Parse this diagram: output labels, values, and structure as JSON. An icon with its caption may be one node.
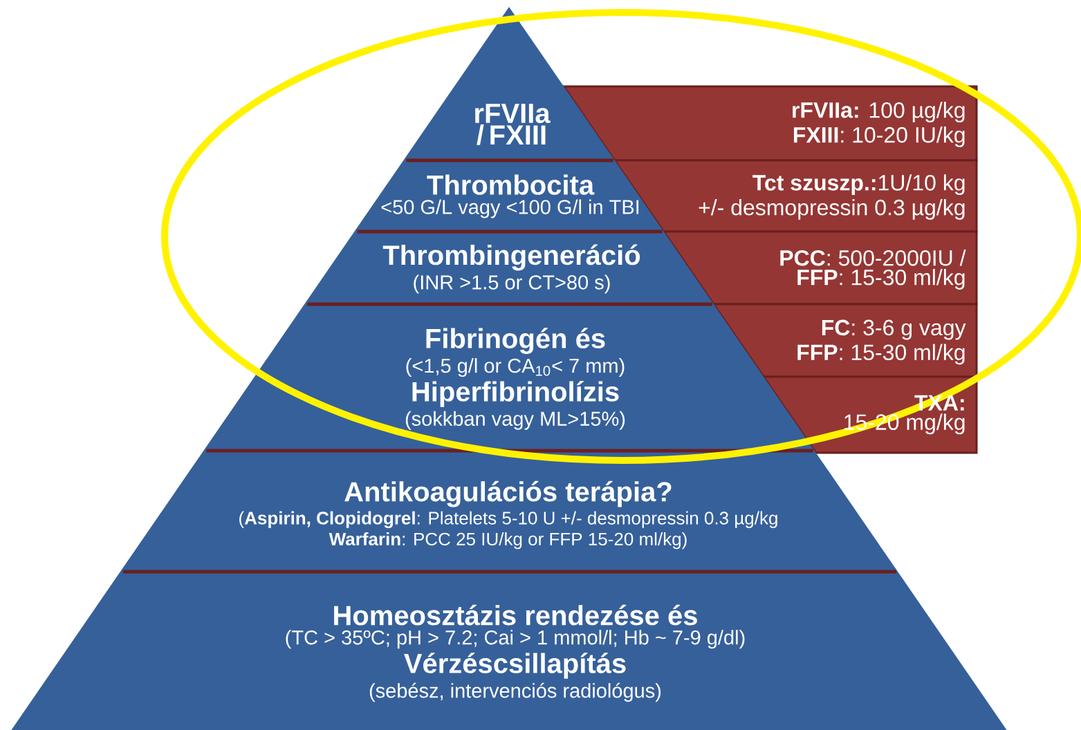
{
  "diagram": {
    "nodes": [
      {
        "text": [
          "rFVIIa / FXIII"
        ]
      },
      {
        "text": [
          "Thrombocita",
          "<50 G/L vagy <100 G/l in TBI"
        ]
      },
      {
        "text": [
          "Thrombingeneráció",
          "(INR >1.5 or CT>80 s)"
        ]
      },
      {
        "text": [
          "Fibrinogén és",
          "(<1,5 g/l or CA$_{10}$< 7 mm)",
          "Hiperfibrinolízis",
          "(sokkban vagy ML>15%)"
        ]
      },
      {
        "text": [
          "Antikoagulációs terápia?",
          "(**Aspirin, Clopidogrel**: Platelets 5-10 U +/- desmopressin 0.3 µg/kg",
          "**Warfarin**: PCC 25 IU/kg or FFP 15-20 ml/kg)"
        ]
      },
      {
        "text": [
          "Homeosztázis rendezése és",
          "(TC > 35ºC; pH > 7.2; Cai > 1 mmol/l; Hb ~ 7-9 g/dl)",
          "Vérzéscsillapítás",
          "(sebész, intervenciós radiológus)"
        ]
      },
      {
        "text": [
          "**rFVIIa:** 100 µg/kg",
          "**FXIII**: 10-20 IU/kg"
        ]
      },
      {
        "text": [
          "**Tct szuszp.:**1U/10 kg",
          "+/- desmopressin 0.3 µg/kg"
        ]
      },
      {
        "text": [
          "**PCC**: 500-2000IU /",
          "**FFP**: 15-30 ml/kg"
        ]
      },
      {
        "text": [
          "**FC**: 3-6 g vagy",
          "**FFP**: 15-30 ml/kg"
        ]
      },
      {
        "text": [
          "TXA:",
          "15-20 mg/kg"
        ]
      }
    ]
  }
}
